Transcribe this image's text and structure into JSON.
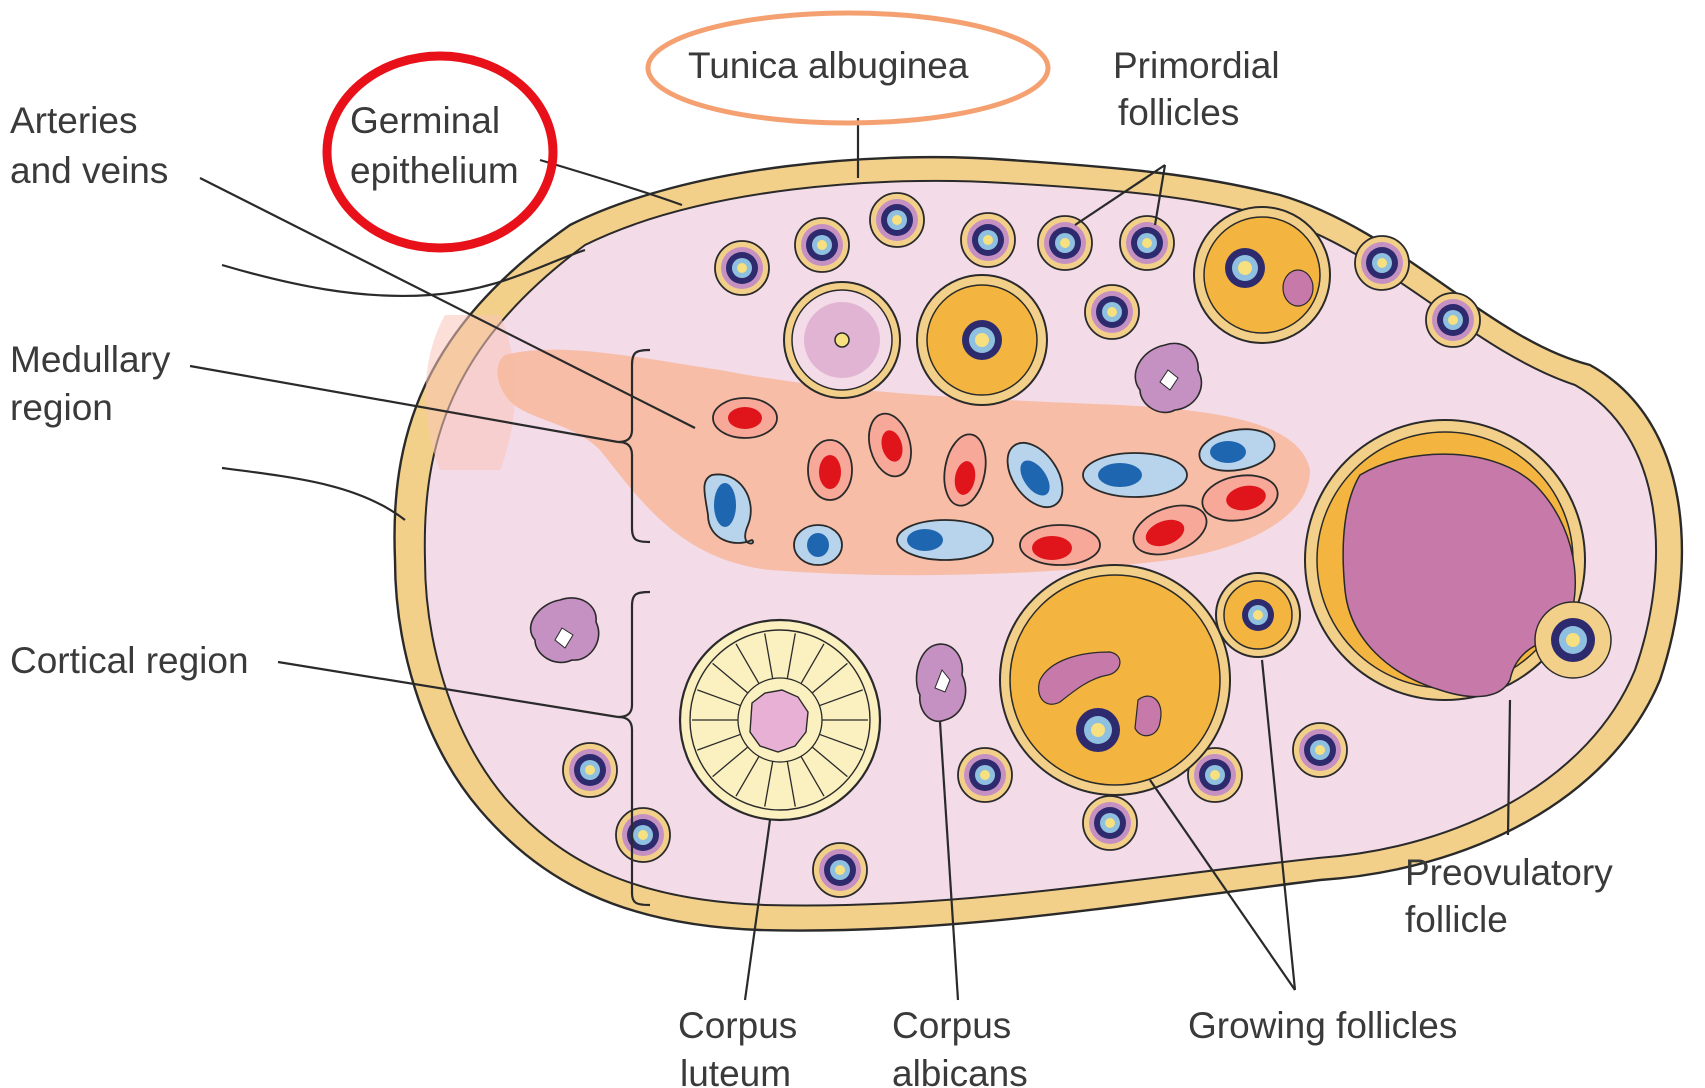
{
  "labels": {
    "arteries_and_veins": [
      "Arteries",
      "and veins"
    ],
    "germinal_epithelium": [
      "Germinal",
      "epithelium"
    ],
    "tunica_albuginea": [
      "Tunica albuginea"
    ],
    "primordial_follicles": [
      "Primordial",
      "follicles"
    ],
    "medullary_region": [
      "Medullary",
      "region"
    ],
    "cortical_region": [
      "Cortical region"
    ],
    "preovulatory_follicle": [
      "Preovulatory",
      "follicle"
    ],
    "corpus_luteum": [
      "Corpus",
      "luteum"
    ],
    "corpus_albicans": [
      "Corpus",
      "albicans"
    ],
    "growing_follicles": [
      "Growing follicles"
    ]
  },
  "highlights": {
    "germinal_epithelium_circle": "#e8111a",
    "tunica_albuginea_ellipse": "#f4a070"
  },
  "colors": {
    "capsule": "#f3d08a",
    "capsule_stroke": "#2a2a2a",
    "stroma": "#f3dbe8",
    "medulla": "#f7b9a0",
    "artery": "#e0151b",
    "vein": "#1f66b0",
    "follicle_antrum": "#f4b540",
    "antrum_fluid": "#c77aaa",
    "corpus_luteum": "#fbf0c0",
    "corpus_albicans": "#c590c2"
  }
}
